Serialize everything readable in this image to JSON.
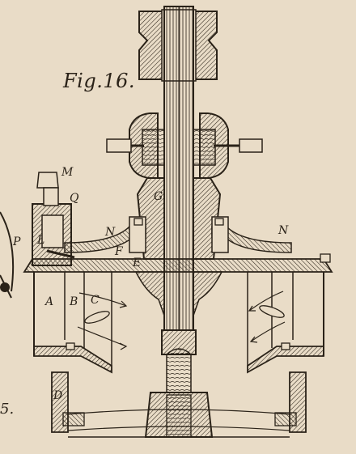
{
  "figure": {
    "title": "Fig.16.",
    "edge_number": "5.",
    "labels": {
      "M": "M",
      "Q": "Q",
      "P": "P",
      "L": "L",
      "N_left": "N",
      "N_right": "N",
      "G": "G",
      "F": "F",
      "E": "E",
      "A": "A",
      "B": "B",
      "C": "C",
      "D": "D"
    }
  },
  "colors": {
    "paper": "#e9dcc7",
    "ink": "#2a2218"
  }
}
